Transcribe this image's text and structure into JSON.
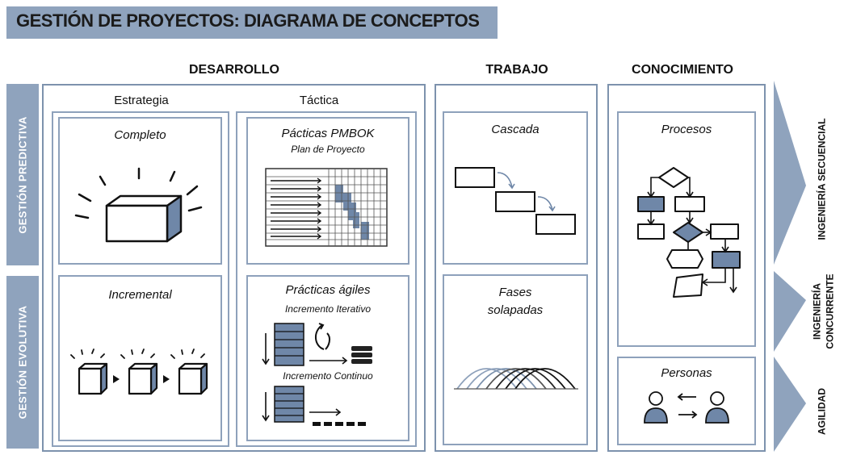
{
  "title": "GESTIÓN DE PROYECTOS: DIAGRAMA DE CONCEPTOS",
  "columns": {
    "desarrollo": "DESARROLLO",
    "trabajo": "TRABAJO",
    "conocimiento": "CONOCIMIENTO"
  },
  "subcolumns": {
    "estrategia": "Estrategia",
    "tactica": "Táctica"
  },
  "rows": {
    "predictiva": "GESTIÓN PREDICTIVA",
    "evolutiva": "GESTIÓN EVOLUTIVA"
  },
  "cards": {
    "completo": "Completo",
    "pmbok_title": "Pácticas PMBOK",
    "pmbok_sub": "Plan de Proyecto",
    "incremental": "Incremental",
    "agiles_title": "Prácticas ágiles",
    "agiles_sub1": "Incremento Iterativo",
    "agiles_sub2": "Incremento Continuo",
    "cascada": "Cascada",
    "fases_line1": "Fases",
    "fases_line2": "solapadas",
    "procesos": "Procesos",
    "personas": "Personas"
  },
  "right_labels": {
    "secuencial": "INGENIERÍA SECUENCIAL",
    "concurrente_line1": "INGENIERÍA",
    "concurrente_line2": "CONCURRENTE",
    "agilidad": "AGILIDAD"
  },
  "colors": {
    "accent": "#8fa3bd",
    "border": "#7d92ad",
    "fill": "#6f87a8"
  }
}
